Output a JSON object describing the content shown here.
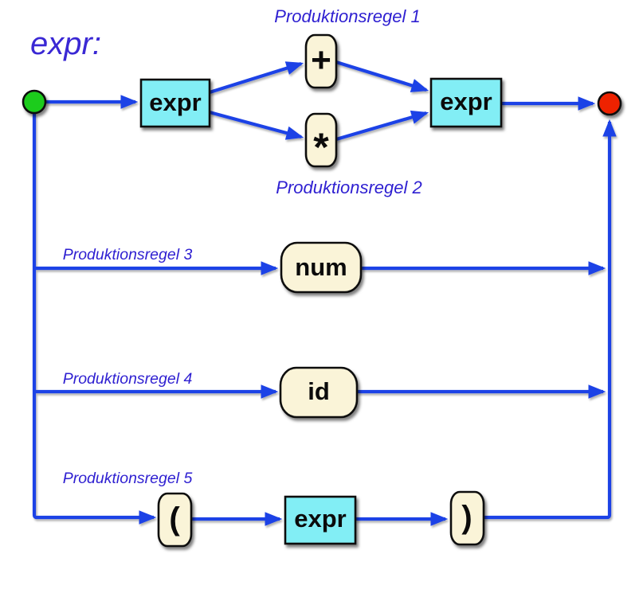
{
  "diagram": {
    "title": "expr:",
    "labels": {
      "rule1": "Produktionsregel 1",
      "rule2": "Produktionsregel 2",
      "rule3": "Produktionsregel 3",
      "rule4": "Produktionsregel 4",
      "rule5": "Produktionsregel 5"
    },
    "nodes": {
      "expr_left": "expr",
      "plus": "+",
      "star": "*",
      "expr_right": "expr",
      "num": "num",
      "id": "id",
      "lparen": "(",
      "expr_inner": "expr",
      "rparen": ")"
    },
    "colors": {
      "line": "#1f43e6",
      "label_text": "#2e1fd1",
      "nonterminal_fill": "#82eef5",
      "terminal_fill": "#faf4d8",
      "start_node": "#1ecc1e",
      "end_node": "#ee2200",
      "node_border": "#111111",
      "node_text": "#0b0b0b",
      "background": "#ffffff"
    }
  }
}
